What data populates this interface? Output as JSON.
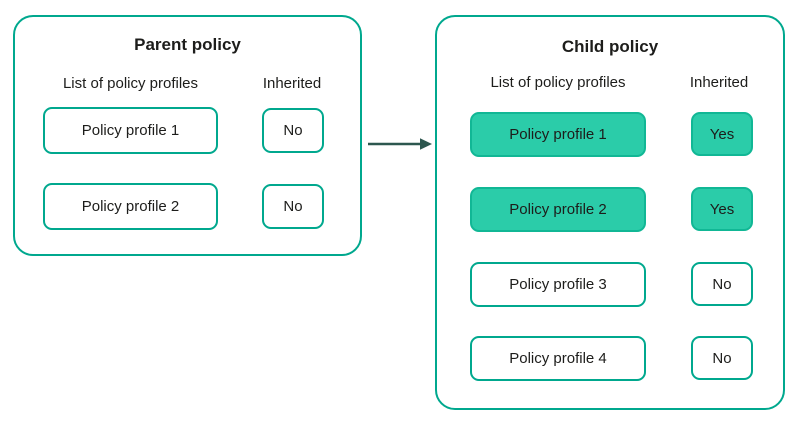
{
  "colors": {
    "teal_border": "#00a88e",
    "green_fill": "#2bcca9",
    "green_border": "#11b795",
    "text": "#1d1d1b",
    "arrow": "#2d574f"
  },
  "labels": {
    "profiles_header": "List of policy profiles",
    "inherited_header": "Inherited"
  },
  "parent": {
    "title": "Parent policy",
    "rows": [
      {
        "profile": "Policy profile 1",
        "inherited": "No",
        "highlighted": false
      },
      {
        "profile": "Policy profile 2",
        "inherited": "No",
        "highlighted": false
      }
    ]
  },
  "child": {
    "title": "Child policy",
    "rows": [
      {
        "profile": "Policy profile 1",
        "inherited": "Yes",
        "highlighted": true
      },
      {
        "profile": "Policy profile 2",
        "inherited": "Yes",
        "highlighted": true
      },
      {
        "profile": "Policy profile 3",
        "inherited": "No",
        "highlighted": false
      },
      {
        "profile": "Policy profile 4",
        "inherited": "No",
        "highlighted": false
      }
    ]
  }
}
